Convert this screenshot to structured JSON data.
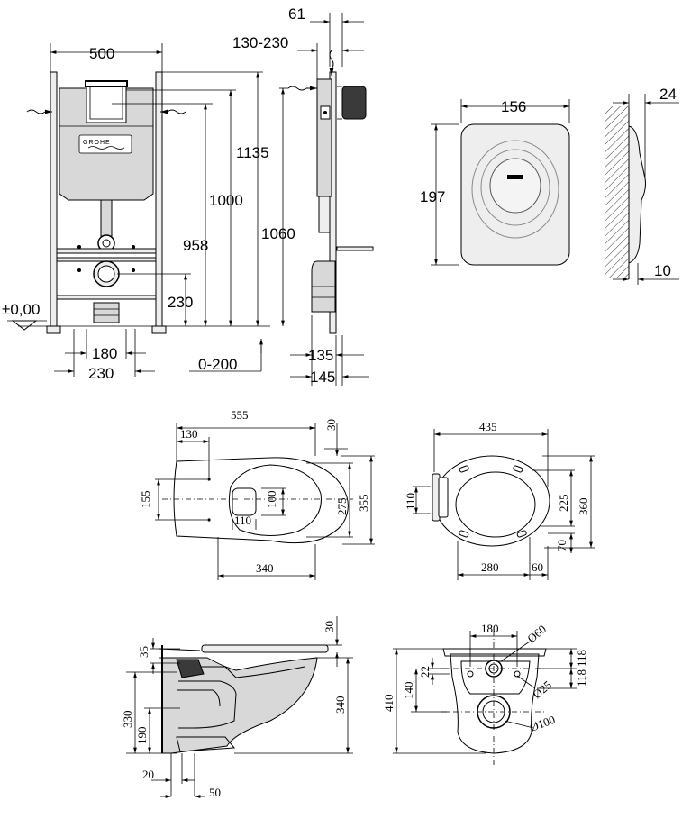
{
  "drawing_1_frame_front": {
    "logo": "GROHE",
    "dim_width": "500",
    "dim_bottom_inner": "180",
    "dim_bottom_outer": "230",
    "dim_floor_level": "±0,00",
    "dim_958": "958",
    "dim_1000": "1000",
    "dim_1135": "1135",
    "dim_1060": "1060",
    "dim_230": "230",
    "dim_0_200": "0-200"
  },
  "drawing_2_frame_side": {
    "dim_61": "61",
    "dim_130_230": "130-230",
    "dim_135": "135",
    "dim_145": "145"
  },
  "drawing_3_plate_front": {
    "dim_156": "156",
    "dim_197": "197"
  },
  "drawing_4_plate_side": {
    "dim_24": "24",
    "dim_10": "10"
  },
  "drawing_5_bowl_top": {
    "dim_555": "555",
    "dim_130": "130",
    "dim_30": "30",
    "dim_155": "155",
    "dim_100": "100",
    "dim_110": "110",
    "dim_275": "275",
    "dim_355": "355",
    "dim_340": "340"
  },
  "drawing_6_seat_top": {
    "dim_435": "435",
    "dim_110": "110",
    "dim_225": "225",
    "dim_360": "360",
    "dim_70": "70",
    "dim_280": "280",
    "dim_60": "60"
  },
  "drawing_7_bowl_side": {
    "dim_30": "30",
    "dim_35": "35",
    "dim_330": "330",
    "dim_190": "190",
    "dim_340": "340",
    "dim_20": "20",
    "dim_50": "50"
  },
  "drawing_8_bowl_back": {
    "dim_180": "180",
    "dim_d60": "Ø60",
    "dim_22": "22",
    "dim_140": "140",
    "dim_410": "410",
    "dim_d25": "Ø25",
    "dim_d100": "Ø100",
    "dim_118_top": "118",
    "dim_118_bottom": "118"
  }
}
